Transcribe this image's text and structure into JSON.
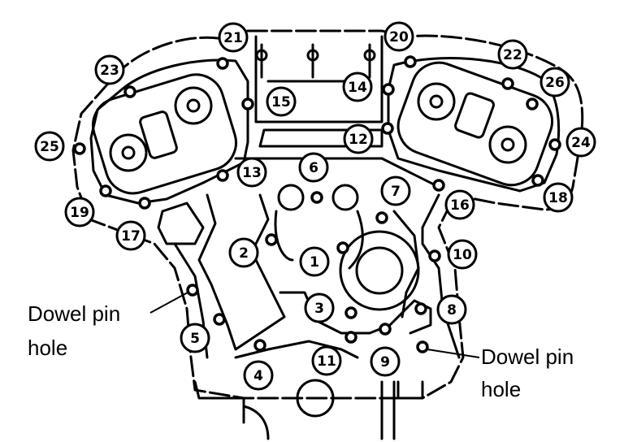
{
  "colors": {
    "ink": "#000000",
    "paper": "#ffffff"
  },
  "labels": {
    "dowel_left_line1": "Dowel pin",
    "dowel_left_line2": "hole",
    "dowel_right_line1": "Dowel pin",
    "dowel_right_line2": "hole"
  },
  "bolt_numbers": {
    "n1": "1",
    "n2": "2",
    "n3": "3",
    "n4": "4",
    "n5": "5",
    "n6": "6",
    "n7": "7",
    "n8": "8",
    "n9": "9",
    "n10": "10",
    "n11": "11",
    "n12": "12",
    "n13": "13",
    "n14": "14",
    "n15": "15",
    "n16": "16",
    "n17": "17",
    "n18": "18",
    "n19": "19",
    "n20": "20",
    "n21": "21",
    "n22": "22",
    "n23": "23",
    "n24": "24",
    "n25": "25",
    "n26": "26"
  }
}
